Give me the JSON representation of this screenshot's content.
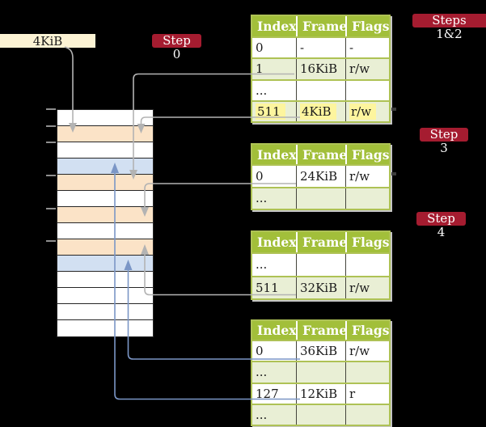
{
  "labels": {
    "frame_size": "4KiB",
    "step0": "Step 0",
    "steps12": "Steps 1&2",
    "step3": "Step 3",
    "step4": "Step 4"
  },
  "memory": {
    "rows": [
      "free",
      "pagetable",
      "free",
      "mapped",
      "pagetable",
      "free",
      "pagetable",
      "free",
      "pagetable",
      "mapped",
      "free",
      "free",
      "free",
      "free"
    ]
  },
  "page_tables": [
    {
      "columns": [
        "Index",
        "Frame",
        "Flags"
      ],
      "rows": [
        {
          "cells": [
            "0",
            "-",
            "-"
          ],
          "shaded": false,
          "highlighted": false
        },
        {
          "cells": [
            "1",
            "16KiB",
            "r/w"
          ],
          "shaded": true,
          "highlighted": false
        },
        {
          "cells": [
            "...",
            "",
            ""
          ],
          "shaded": false,
          "highlighted": false
        },
        {
          "cells": [
            "511",
            "4KiB",
            "r/w"
          ],
          "shaded": true,
          "highlighted": true
        }
      ]
    },
    {
      "columns": [
        "Index",
        "Frame",
        "Flags"
      ],
      "rows": [
        {
          "cells": [
            "0",
            "24KiB",
            "r/w"
          ],
          "shaded": false,
          "highlighted": false
        },
        {
          "cells": [
            "...",
            "",
            ""
          ],
          "shaded": true,
          "highlighted": false
        }
      ]
    },
    {
      "columns": [
        "Index",
        "Frame",
        "Flags"
      ],
      "rows": [
        {
          "cells": [
            "...",
            "",
            ""
          ],
          "shaded": false,
          "highlighted": false
        },
        {
          "cells": [
            "511",
            "32KiB",
            "r/w"
          ],
          "shaded": true,
          "highlighted": false
        }
      ]
    },
    {
      "columns": [
        "Index",
        "Frame",
        "Flags"
      ],
      "rows": [
        {
          "cells": [
            "0",
            "36KiB",
            "r/w"
          ],
          "shaded": false,
          "highlighted": false
        },
        {
          "cells": [
            "...",
            "",
            ""
          ],
          "shaded": true,
          "highlighted": false
        },
        {
          "cells": [
            "127",
            "12KiB",
            "r"
          ],
          "shaded": false,
          "highlighted": false
        },
        {
          "cells": [
            "...",
            "",
            ""
          ],
          "shaded": true,
          "highlighted": false
        }
      ]
    }
  ],
  "colors": {
    "badge_bg": "#a51c30",
    "frame_label_bg": "#fcf3d4",
    "table_header_bg": "#a2bf3a",
    "table_border": "#aec255",
    "row_shade": "#e9efd5",
    "highlight": "#fdf59e",
    "mem_pagetable": "#fbe3c7",
    "mem_mapped": "#d2e0f2",
    "mem_free": "#ffffff",
    "arrow_gray": "#b3b3b3",
    "arrow_blue": "#7b96c6",
    "tick_gray": "#8f8f8f"
  }
}
